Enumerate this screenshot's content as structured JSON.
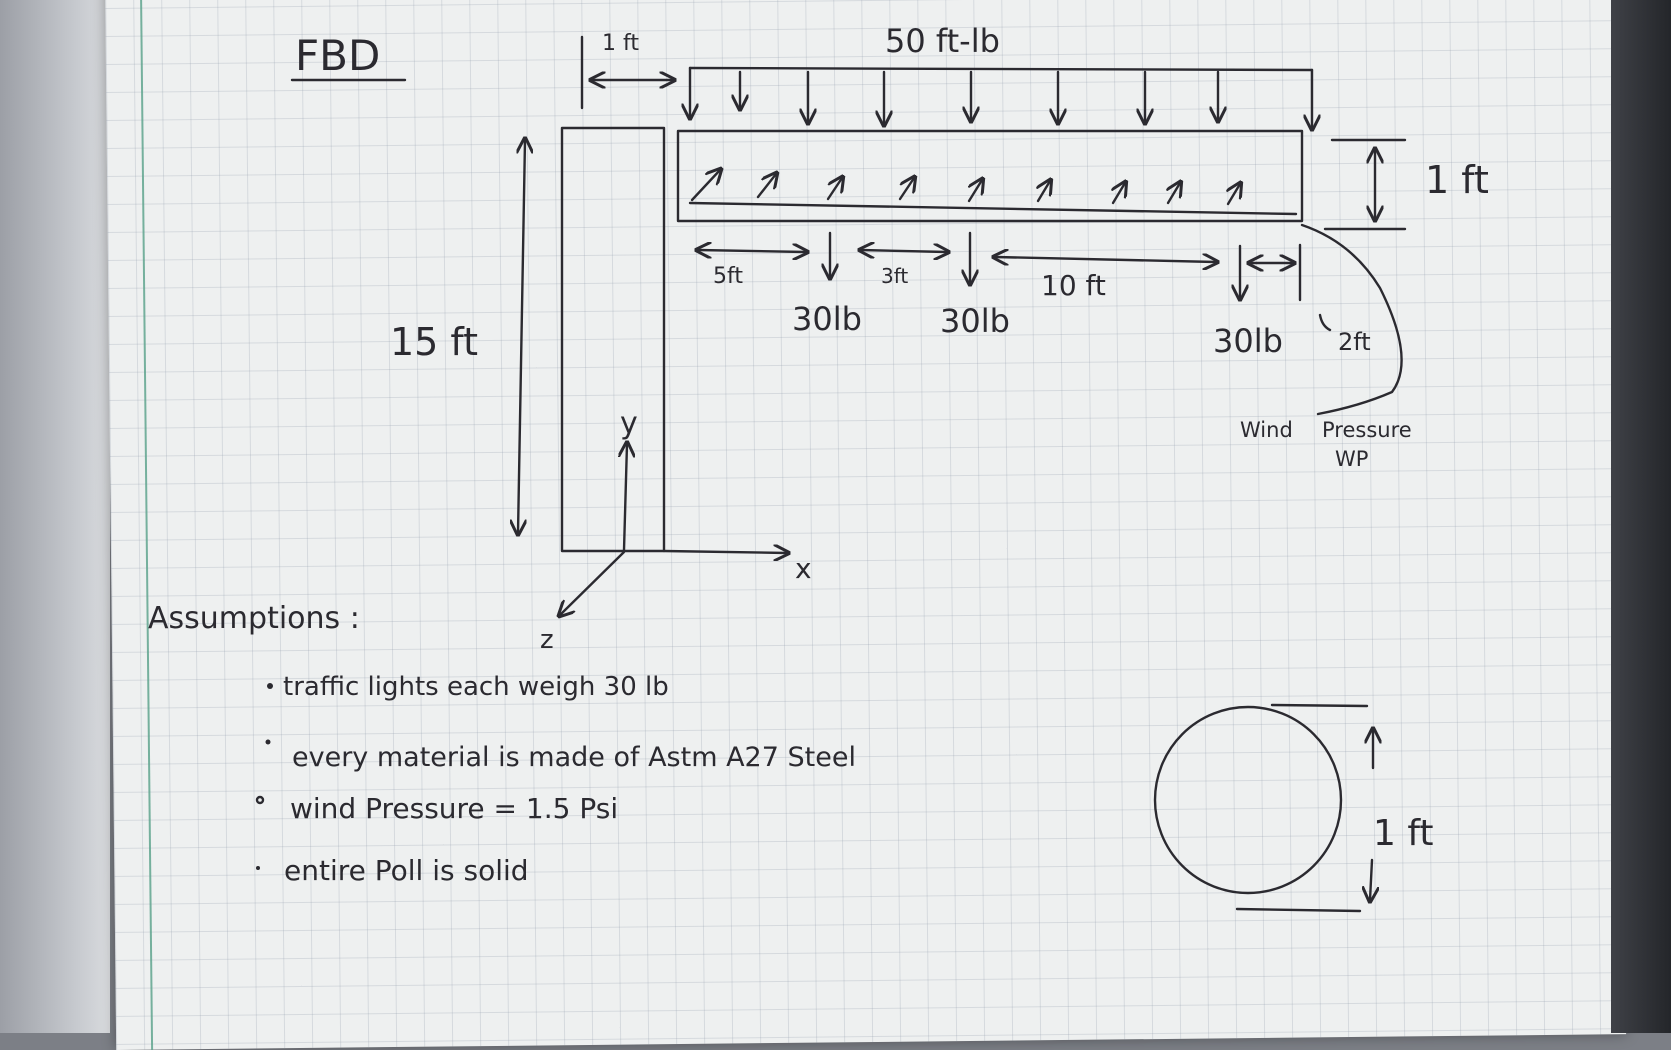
{
  "fbd": {
    "title": "FBD",
    "dim_top_gap": "1 ft",
    "distributed_load": "50 ft-lb",
    "pole_height": "15 ft",
    "arm_height": "1 ft",
    "seg1": "5ft",
    "seg2": "3ft",
    "seg3": "10 ft",
    "seg4": "2ft",
    "light1": "30lb",
    "light2": "30lb",
    "light3": "30lb",
    "wind_label": "Wind",
    "wind_pressure_label": "Pressure",
    "wind_symbol": "WP",
    "axis_y": "y",
    "axis_x": "x",
    "axis_z": "z"
  },
  "assumptions": {
    "heading": "Assumptions :",
    "items": [
      "traffic lights each weigh 30 lb",
      "every material is made of Astm A27 Steel",
      "wind Pressure = 1.5 Psi",
      "entire Poll is solid"
    ]
  },
  "cross_section": {
    "diameter": "1 ft"
  },
  "colors": {
    "ink": "#2b2a30",
    "paper": "#eef0f0",
    "grid": "#96a0af",
    "margin_line": "#5fa58e"
  }
}
